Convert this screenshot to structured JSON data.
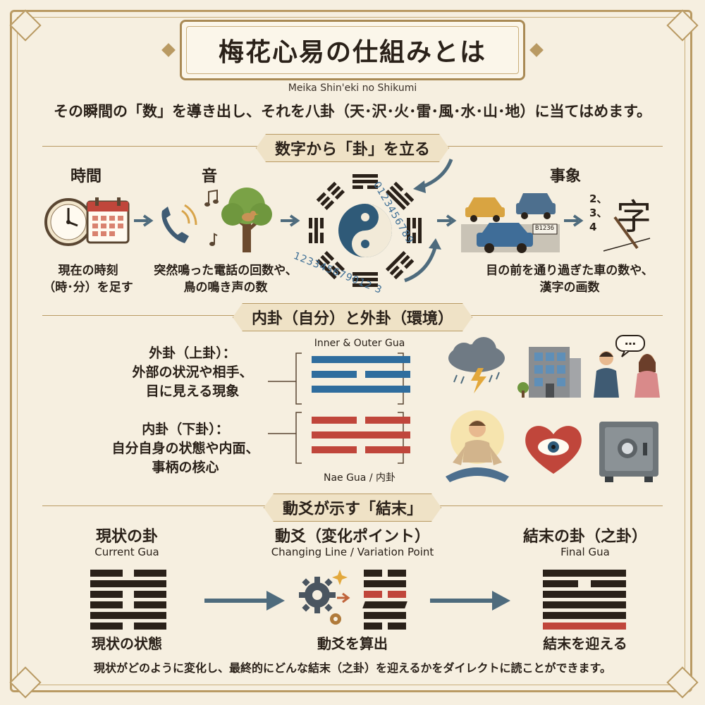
{
  "title": "梅花心易の仕組みとは",
  "subtitle": "Meika Shin'eki no Shikumi",
  "lead": "その瞬間の「数」を導き出し、それを八卦（天･沢･火･雷･風･水･山･地）に当てはめます。",
  "section1": {
    "label": "数字から「卦」を立る",
    "time_heading": "時間",
    "time_caption_1": "現在の時刻",
    "time_caption_2": "（時･分）を足す",
    "sound_heading": "音",
    "sound_caption_1": "突然鳴った電話の回数や、",
    "sound_caption_2": "鳥の鳴き声の数",
    "event_heading": "事象",
    "event_caption_1": "目の前を通り過ぎた車の数や、",
    "event_caption_2": "漢字の画数",
    "number_ring_top": "0123456789",
    "number_ring_bottom": "123345679012 3",
    "plate": "B1236",
    "stroke_numbers": [
      "2、",
      "3、",
      "4"
    ],
    "kanji": "字"
  },
  "section2": {
    "label": "内卦（自分）と外卦（環境）",
    "top_caption": "Inner & Outer Gua",
    "bottom_caption": "Nae Gua / 内卦",
    "outer_title": "外卦（上卦）：",
    "outer_line1": "外部の状況や相手、",
    "outer_line2": "目に見える現象",
    "inner_title": "内卦（下卦）：",
    "inner_line1": "自分自身の状態や内面、",
    "inner_line2": "事柄の核心",
    "bubble": "…"
  },
  "section3": {
    "label": "動爻が示す「結末」",
    "current_title": "現状の卦",
    "current_en": "Current Gua",
    "current_caption": "現状の状態",
    "changing_title": "動爻（変化ポイント）",
    "changing_en": "Changing Line / Variation Point",
    "changing_caption": "動爻を算出",
    "final_title": "結末の卦（之卦）",
    "final_en": "Final Gua",
    "final_caption": "結末を迎える"
  },
  "footer": "現状がどのように変化し、最終的にどんな結末（之卦）を迎えるかをダイレクトに読ことができます。",
  "colors": {
    "gold": "#b99a63",
    "blue": "#2f6d9e",
    "red": "#c0463b",
    "dark": "#2a2119",
    "arrow": "#4e6b7d"
  }
}
